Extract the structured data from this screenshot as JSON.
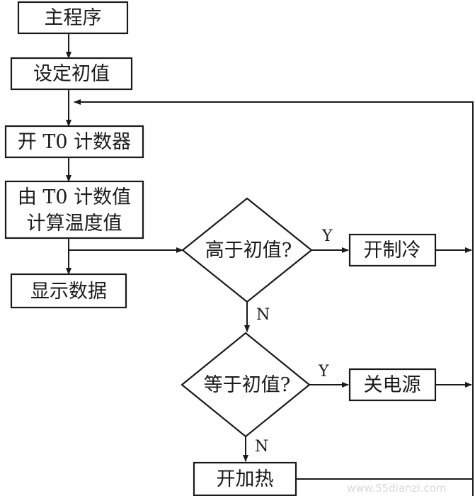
{
  "nodes": {
    "main": "主程序",
    "set_initial": "设定初值",
    "start_timer": "开 T0 计数器",
    "calc_line1": "由 T0 计数值",
    "calc_line2": "计算温度值",
    "display": "显示数据",
    "higher": "高于初值?",
    "cooling": "开制冷",
    "equal": "等于初值?",
    "power_off": "关电源",
    "heating": "开加热"
  },
  "labels": {
    "high_yes": "Y",
    "high_no": "N",
    "equal_yes": "Y",
    "equal_no": "N"
  },
  "watermark": "www.55dianzi.com"
}
